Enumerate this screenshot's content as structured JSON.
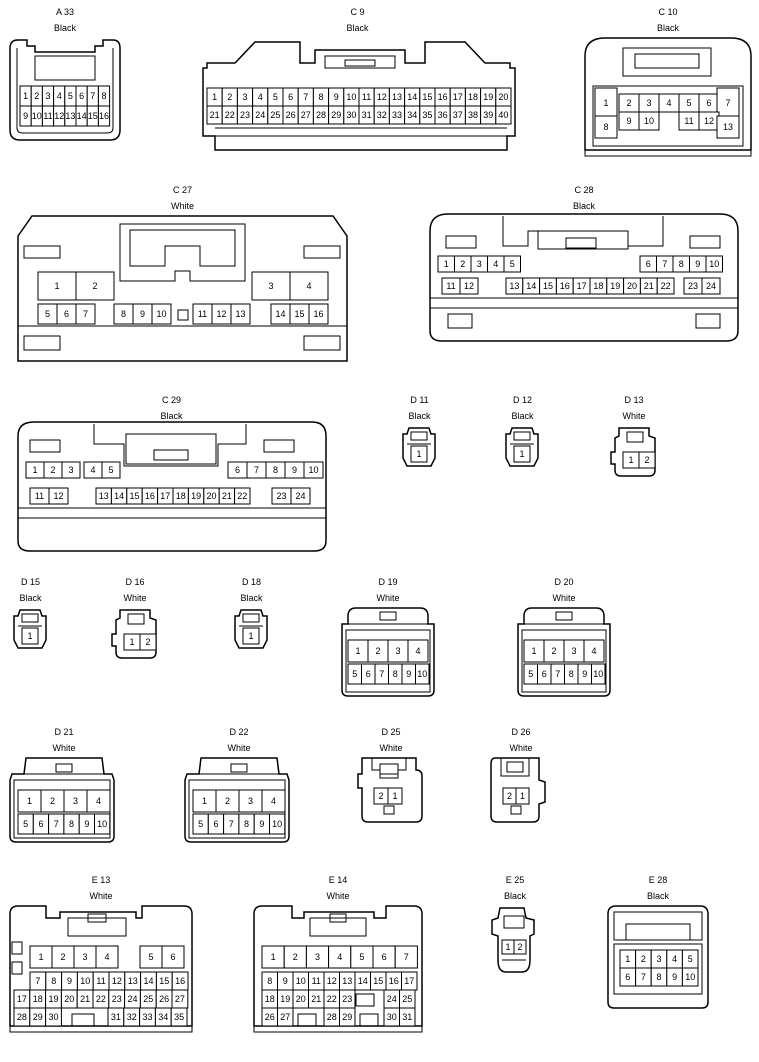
{
  "connectors": [
    {
      "id": "A 33",
      "color": "Black",
      "rows": [
        [
          "1",
          "2",
          "3",
          "4",
          "5",
          "6",
          "7",
          "8"
        ],
        [
          "9",
          "10",
          "11",
          "12",
          "13",
          "14",
          "15",
          "16"
        ]
      ]
    },
    {
      "id": "C 9",
      "color": "Black",
      "rows": [
        [
          "1",
          "2",
          "3",
          "4",
          "5",
          "6",
          "7",
          "8",
          "9",
          "10",
          "11",
          "12",
          "13",
          "14",
          "15",
          "16",
          "17",
          "18",
          "19",
          "20"
        ],
        [
          "21",
          "22",
          "23",
          "24",
          "25",
          "26",
          "27",
          "28",
          "29",
          "30",
          "31",
          "32",
          "33",
          "34",
          "35",
          "36",
          "37",
          "38",
          "39",
          "40"
        ]
      ]
    },
    {
      "id": "C 10",
      "color": "Black",
      "rows": [
        [
          "1",
          "2",
          "3",
          "4",
          "5",
          "6",
          "7"
        ],
        [
          "8",
          "9",
          "10",
          "11",
          "12",
          "13"
        ]
      ]
    },
    {
      "id": "C 27",
      "color": "White",
      "rows": [
        [
          "1",
          "2",
          "3",
          "4"
        ],
        [
          "5",
          "6",
          "7",
          "8",
          "9",
          "10",
          "11",
          "12",
          "13",
          "14",
          "15",
          "16"
        ]
      ]
    },
    {
      "id": "C 28",
      "color": "Black",
      "rows": [
        [
          "1",
          "2",
          "3",
          "4",
          "5",
          "6",
          "7",
          "8",
          "9",
          "10"
        ],
        [
          "11",
          "12",
          "13",
          "14",
          "15",
          "16",
          "17",
          "18",
          "19",
          "20",
          "21",
          "22",
          "23",
          "24"
        ]
      ]
    },
    {
      "id": "C 29",
      "color": "Black",
      "rows": [
        [
          "1",
          "2",
          "3",
          "4",
          "5",
          "6",
          "7",
          "8",
          "9",
          "10"
        ],
        [
          "11",
          "12",
          "13",
          "14",
          "15",
          "16",
          "17",
          "18",
          "19",
          "20",
          "21",
          "22",
          "23",
          "24"
        ]
      ]
    },
    {
      "id": "D 11",
      "color": "Black",
      "rows": [
        [
          "1"
        ]
      ]
    },
    {
      "id": "D 12",
      "color": "Black",
      "rows": [
        [
          "1"
        ]
      ]
    },
    {
      "id": "D 13",
      "color": "White",
      "rows": [
        [
          "1",
          "2"
        ]
      ]
    },
    {
      "id": "D 15",
      "color": "Black",
      "rows": [
        [
          "1"
        ]
      ]
    },
    {
      "id": "D 16",
      "color": "White",
      "rows": [
        [
          "1",
          "2"
        ]
      ]
    },
    {
      "id": "D 18",
      "color": "Black",
      "rows": [
        [
          "1"
        ]
      ]
    },
    {
      "id": "D 19",
      "color": "White",
      "rows": [
        [
          "1",
          "2",
          "3",
          "4"
        ],
        [
          "5",
          "6",
          "7",
          "8",
          "9",
          "10"
        ]
      ]
    },
    {
      "id": "D 20",
      "color": "White",
      "rows": [
        [
          "1",
          "2",
          "3",
          "4"
        ],
        [
          "5",
          "6",
          "7",
          "8",
          "9",
          "10"
        ]
      ]
    },
    {
      "id": "D 21",
      "color": "White",
      "rows": [
        [
          "1",
          "2",
          "3",
          "4"
        ],
        [
          "5",
          "6",
          "7",
          "8",
          "9",
          "10"
        ]
      ]
    },
    {
      "id": "D 22",
      "color": "White",
      "rows": [
        [
          "1",
          "2",
          "3",
          "4"
        ],
        [
          "5",
          "6",
          "7",
          "8",
          "9",
          "10"
        ]
      ]
    },
    {
      "id": "D 25",
      "color": "White",
      "rows": [
        [
          "2",
          "1"
        ]
      ]
    },
    {
      "id": "D 26",
      "color": "White",
      "rows": [
        [
          "2",
          "1"
        ]
      ]
    },
    {
      "id": "E 13",
      "color": "White",
      "rows": [
        [
          "1",
          "2",
          "3",
          "4",
          "5",
          "6"
        ],
        [
          "7",
          "8",
          "9",
          "10",
          "11",
          "12",
          "13",
          "14",
          "15",
          "16"
        ],
        [
          "17",
          "18",
          "19",
          "20",
          "21",
          "22",
          "23",
          "24",
          "25",
          "26",
          "27"
        ],
        [
          "28",
          "29",
          "30",
          "31",
          "32",
          "33",
          "34",
          "35"
        ]
      ]
    },
    {
      "id": "E 14",
      "color": "White",
      "rows": [
        [
          "1",
          "2",
          "3",
          "4",
          "5",
          "6",
          "7"
        ],
        [
          "8",
          "9",
          "10",
          "11",
          "12",
          "13",
          "14",
          "15",
          "16",
          "17"
        ],
        [
          "18",
          "19",
          "20",
          "21",
          "22",
          "23",
          "24",
          "25"
        ],
        [
          "26",
          "27",
          "28",
          "29",
          "30",
          "31"
        ]
      ]
    },
    {
      "id": "E 25",
      "color": "Black",
      "rows": [
        [
          "1",
          "2"
        ]
      ]
    },
    {
      "id": "E 28",
      "color": "Black",
      "rows": [
        [
          "1",
          "2",
          "3",
          "4",
          "5"
        ],
        [
          "6",
          "7",
          "8",
          "9",
          "10"
        ]
      ]
    }
  ]
}
